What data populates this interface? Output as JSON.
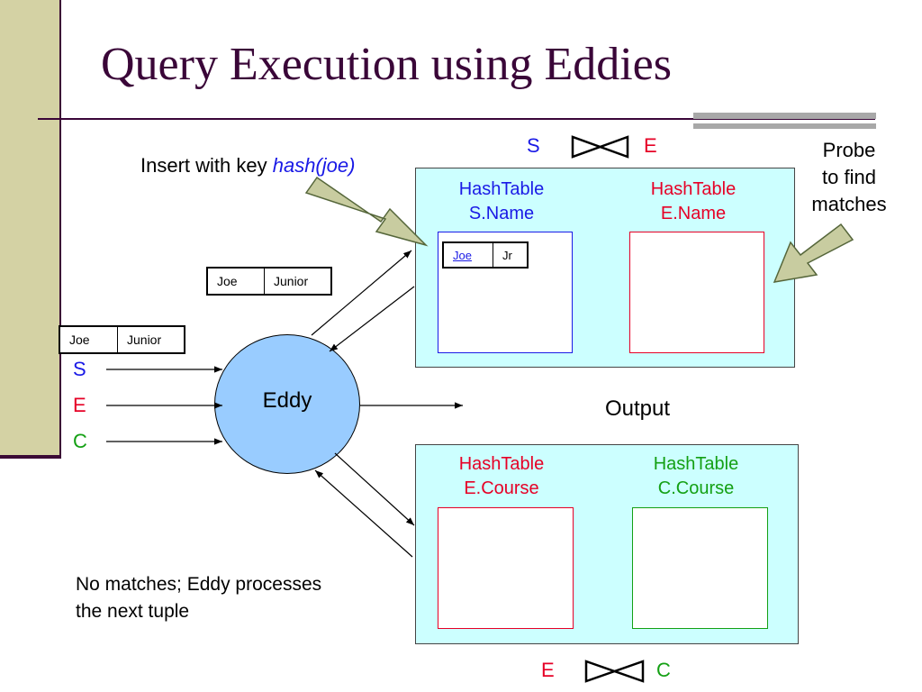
{
  "title": "Query Execution using Eddies",
  "insert_label": {
    "prefix": "Insert with key ",
    "key": "hash(joe)"
  },
  "probe_label": [
    "Probe",
    "to find",
    "matches"
  ],
  "join_top": {
    "left": "S",
    "right": "E"
  },
  "join_bottom": {
    "left": "E",
    "right": "C"
  },
  "top_box": {
    "left_table": [
      "HashTable",
      "S.Name"
    ],
    "right_table": [
      "HashTable",
      "E.Name"
    ],
    "stored_tuple": {
      "name": "Joe",
      "value": "Jr"
    }
  },
  "bottom_box": {
    "left_table": [
      "HashTable",
      "E.Course"
    ],
    "right_table": [
      "HashTable",
      "C.Course"
    ]
  },
  "tuple_mid": {
    "name": "Joe",
    "value": "Junior"
  },
  "tuple_left": {
    "name": "Joe",
    "value": "Junior"
  },
  "inputs": [
    "S",
    "E",
    "C"
  ],
  "eddy_label": "Eddy",
  "output_label": "Output",
  "note": [
    "No matches; Eddy processes",
    "the next tuple"
  ],
  "colors": {
    "title": "#3a0638",
    "s": "#1a1ae6",
    "e": "#e60026",
    "c": "#14a014",
    "hash_box_fill": "#ccffff",
    "eddy_fill": "#99ccff",
    "side_bar": "#d4d2a4"
  }
}
